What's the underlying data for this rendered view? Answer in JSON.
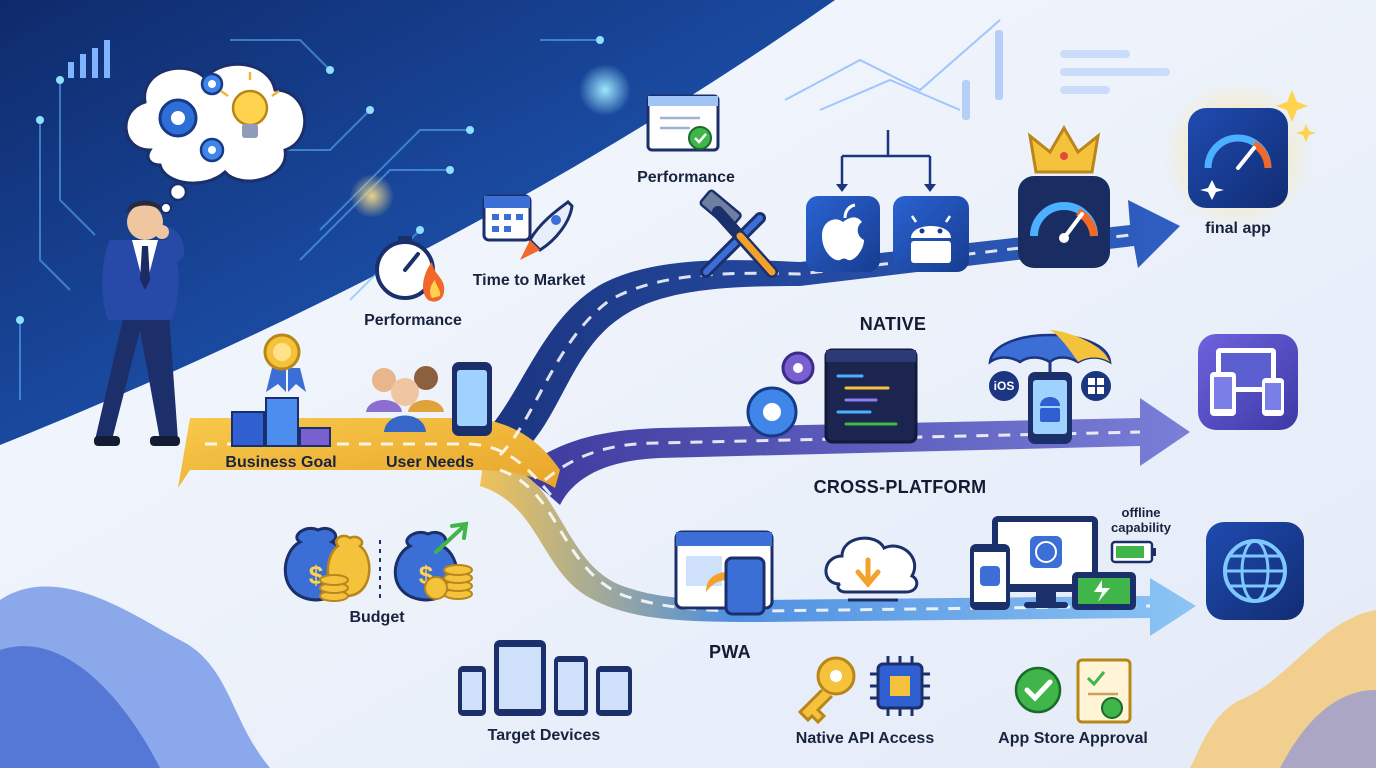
{
  "factors": {
    "business_goal": "Business Goal",
    "user_needs": "User Needs",
    "performance_top": "Performance",
    "performance_left": "Performance",
    "time_to_market": "Time to Market",
    "budget": "Budget",
    "target_devices": "Target Devices",
    "native_api_access": "Native API Access",
    "app_store_approval": "App Store Approval",
    "offline_capability": "offline capability"
  },
  "routes": {
    "native": "NATIVE",
    "cross_platform": "CROSS-PLATFORM",
    "pwa": "PWA"
  },
  "outcome": {
    "final_app": "final app"
  },
  "platform_badges": {
    "ios": "iOS"
  },
  "icons": {
    "thinker": "businessman-thinking-icon",
    "thought": "thought-bubble-icon",
    "gears": "gears-icon",
    "bulb": "lightbulb-icon",
    "medal": "medal-icon",
    "bar_chart": "bar-chart-icon",
    "users": "users-group-icon",
    "phone": "smartphone-icon",
    "stopwatch": "stopwatch-icon",
    "calendar": "calendar-icon",
    "rocket": "rocket-icon",
    "certificate": "certificate-icon",
    "tools": "hammer-wrench-icon",
    "apple": "apple-icon",
    "android": "android-icon",
    "speedometer": "speedometer-icon",
    "crown": "crown-icon",
    "code_window": "code-window-icon",
    "umbrella": "umbrella-icon",
    "windows": "windows-icon",
    "money": "money-bags-icon",
    "web_window": "web-window-icon",
    "cloud_download": "cloud-download-icon",
    "devices": "devices-icon",
    "battery": "battery-icon",
    "globe": "globe-icon",
    "key": "key-icon",
    "chip": "chip-icon",
    "check": "check-circle-icon"
  },
  "colors": {
    "native_road": "#1f3f8f",
    "cross_road": "#4f52b8",
    "pwa_road": "#4f8fe0",
    "start_road": "#f0b53a",
    "ink": "#18233f"
  }
}
